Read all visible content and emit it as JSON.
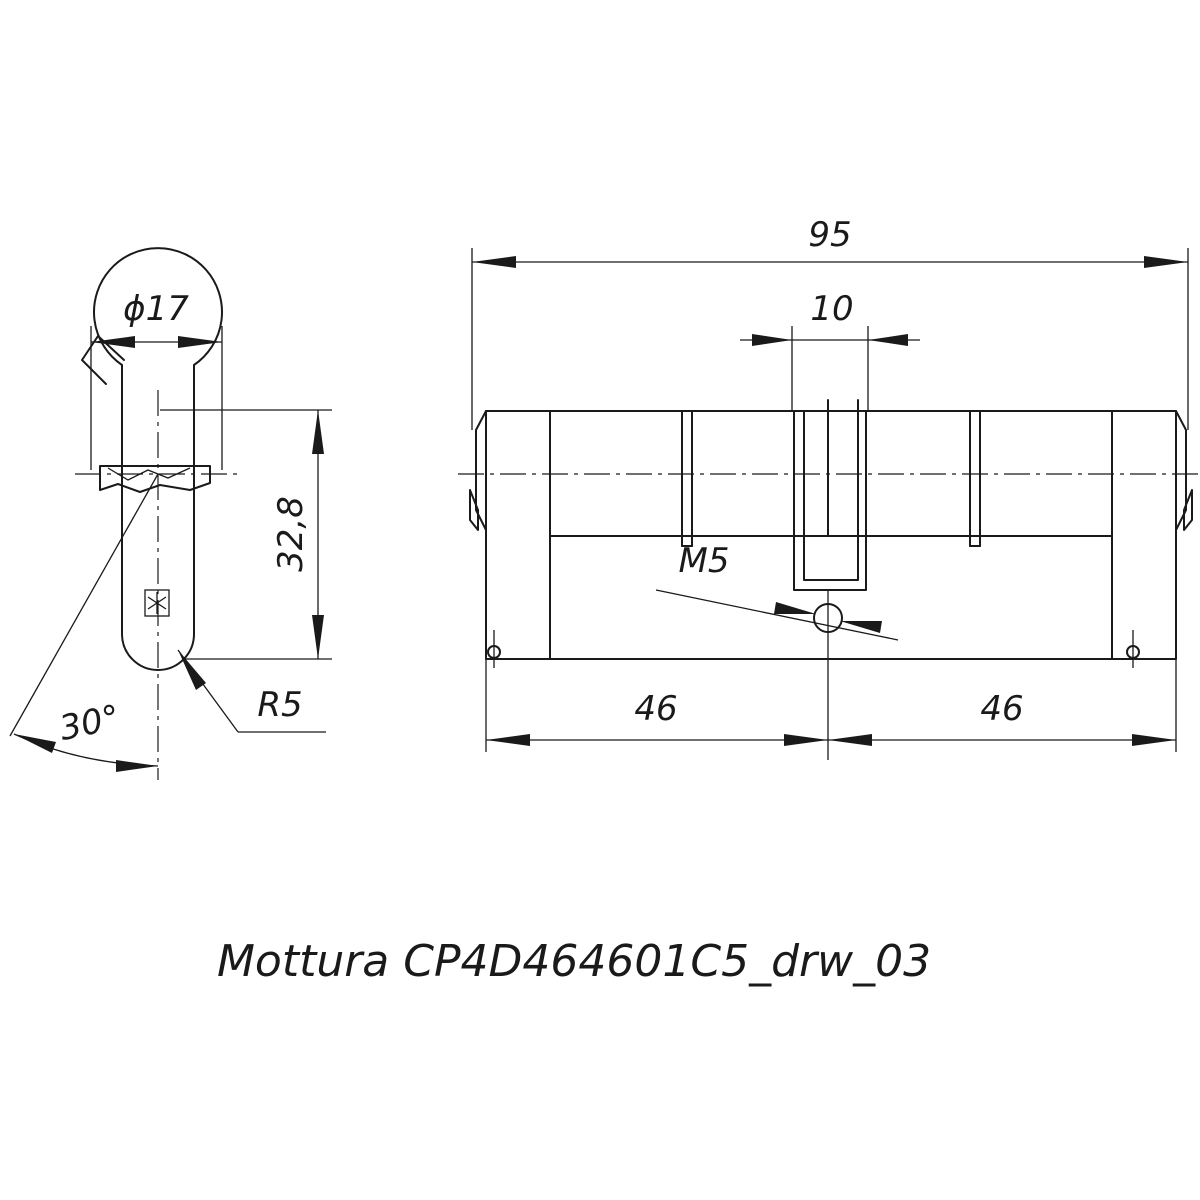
{
  "drawing": {
    "caption": "Mottura CP4D464601C5_drw_03",
    "dimensions": {
      "diameter": "ϕ17",
      "height": "32,8",
      "radius": "R5",
      "angle": "30°",
      "total_length": "95",
      "cam_width": "10",
      "screw_thread": "M5",
      "left_length": "46",
      "right_length": "46"
    }
  }
}
